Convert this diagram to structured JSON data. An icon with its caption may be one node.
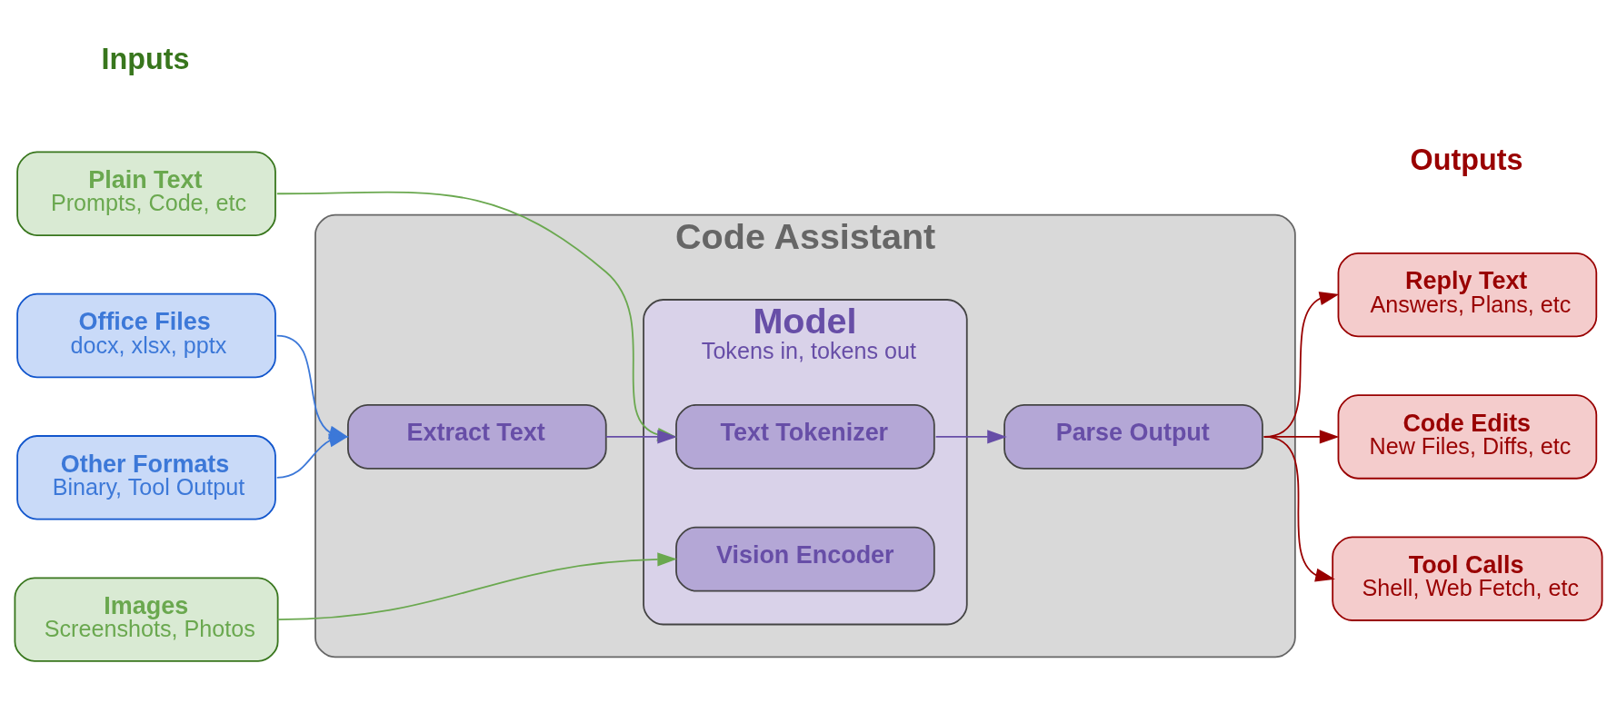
{
  "diagram": {
    "nodes": [
      {
        "text": [
          "Plain Text",
          "Prompts, Code, etc"
        ]
      },
      {
        "text": [
          "Office Files",
          "docx, xlsx, pptx"
        ]
      },
      {
        "text": [
          "Other Formats",
          "Binary, Tool Output"
        ]
      },
      {
        "text": [
          "Images",
          "Screenshots, Photos"
        ]
      },
      {
        "text": [
          "Code Assistant"
        ]
      },
      {
        "text": [
          "Extract Text"
        ],
        "in": 4
      },
      {
        "text": [
          "Model",
          "Tokens in, tokens out"
        ],
        "in": 4
      },
      {
        "text": [
          "Text Tokenizer"
        ],
        "in": 6
      },
      {
        "text": [
          "Vision Encoder"
        ],
        "in": 6
      },
      {
        "text": [
          "Parse Output"
        ],
        "in": 4
      },
      {
        "text": [
          "Reply Text",
          "Answers, Plans, etc"
        ]
      },
      {
        "text": [
          "Code Edits",
          "New Files, Diffs, etc"
        ]
      },
      {
        "text": [
          "Tool Calls",
          "Shell, Web Fetch, etc"
        ]
      }
    ],
    "edges": [
      {
        "from": 0,
        "to": 7,
        "arrow": "to",
        "color": "#6aa84f"
      },
      {
        "from": 1,
        "to": 5,
        "arrow": "to",
        "color": "#3c78d8"
      },
      {
        "from": 2,
        "to": 5,
        "arrow": "to",
        "color": "#3c78d8"
      },
      {
        "from": 3,
        "to": 8,
        "arrow": "to",
        "color": "#6aa84f"
      },
      {
        "from": 5,
        "to": 7,
        "arrow": "to",
        "color": "#674ea7"
      },
      {
        "from": 7,
        "to": 9,
        "arrow": "to",
        "color": "#674ea7"
      },
      {
        "from": 9,
        "to": 10,
        "arrow": "to",
        "color": "#990000"
      },
      {
        "from": 9,
        "to": 11,
        "arrow": "to",
        "color": "#990000"
      },
      {
        "from": 9,
        "to": 12,
        "arrow": "to",
        "color": "#990000"
      }
    ],
    "labels": [
      "Inputs",
      "Outputs"
    ]
  }
}
